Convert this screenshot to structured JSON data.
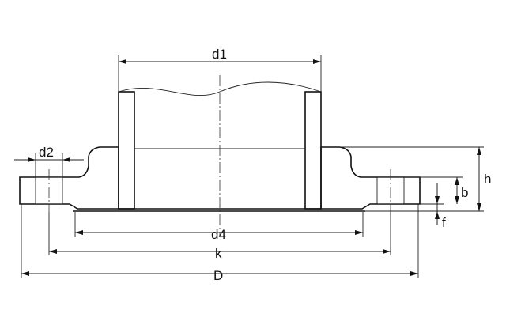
{
  "dimensions": {
    "d1": "d1",
    "d2": "d2",
    "d4": "d4",
    "k": "k",
    "D": "D",
    "h": "h",
    "b": "b",
    "f": "f"
  },
  "colors": {
    "line": "#111111",
    "hatch": "#111111",
    "background": "#ffffff"
  }
}
